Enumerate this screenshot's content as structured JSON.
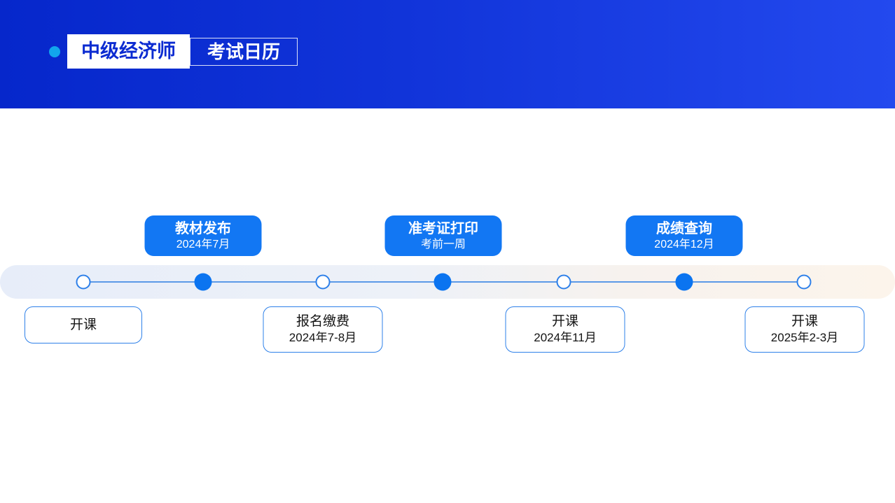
{
  "header": {
    "badge_primary": "中级经济师",
    "badge_secondary": "考试日历"
  },
  "colors": {
    "header_gradient_start": "#0627CB",
    "header_gradient_end": "#2349EE",
    "accent_blue": "#1277F3",
    "bullet_dot": "#12A5EC",
    "node_filled": "#0B74F0",
    "node_border": "#2E80E9",
    "track_gradient_start": "#E7EDF9",
    "track_gradient_end": "#FCF4EB"
  },
  "timeline": {
    "top_events": [
      {
        "title": "教材发布",
        "subtitle": "2024年7月"
      },
      {
        "title": "准考证打印",
        "subtitle": "考前一周"
      },
      {
        "title": "成绩查询",
        "subtitle": "2024年12月"
      }
    ],
    "bottom_events": [
      {
        "title": "开课",
        "subtitle": ""
      },
      {
        "title": "报名缴费",
        "subtitle": "2024年7-8月"
      },
      {
        "title": "开课",
        "subtitle": "2024年11月"
      },
      {
        "title": "开课",
        "subtitle": "2025年2-3月"
      }
    ]
  }
}
